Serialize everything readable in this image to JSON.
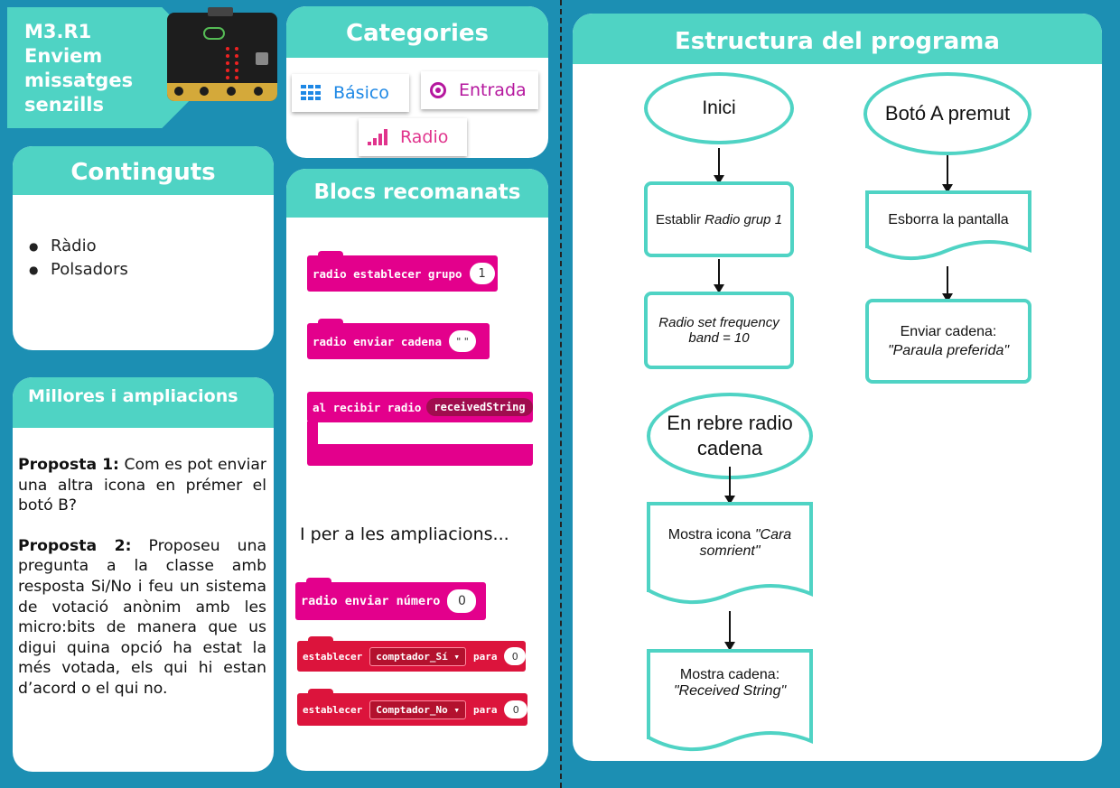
{
  "title": {
    "line1": "M3.R1",
    "line2": "Enviem",
    "line3": "missatges",
    "line4": "senzills"
  },
  "continguts": {
    "heading": "Continguts",
    "items": [
      "Ràdio",
      "Polsadors"
    ]
  },
  "millores": {
    "heading": "Millores i ampliacions",
    "proposal1_label": "Proposta 1:",
    "proposal1_text": "Com es pot enviar una altra icona en prémer el botó B?",
    "proposal2_label": "Proposta 2:",
    "proposal2_text": "Proposeu una pregunta a la classe amb resposta Si/No i feu un sistema de votació anònim amb les micro:bits de manera que us digui quina opció ha estat la més votada, els qui hi estan d’acord o el qui no."
  },
  "categories": {
    "heading": "Categories",
    "basico": "Básico",
    "entrada": "Entrada",
    "radio": "Radio",
    "colors": {
      "basico": "#1e88e5",
      "entrada": "#b5179e",
      "radio": "#e0338c"
    }
  },
  "blocs": {
    "heading": "Blocs recomanats",
    "group_label": "radio establecer grupo",
    "group_value": "1",
    "send_string_label": "radio enviar cadena",
    "send_string_value": "\" \"",
    "receive_label": "al recibir radio",
    "receive_var": "receivedString",
    "ampliacions_label": "I per a les ampliacions...",
    "send_number_label": "radio enviar número",
    "send_number_value": "0",
    "set_label": "establecer",
    "para_label": "para",
    "var_si": "comptador_Sí",
    "var_no": "Comptador_No",
    "set_value": "0",
    "colors": {
      "radio": "#e3008c",
      "variables": "#dc143c"
    }
  },
  "estructura": {
    "heading": "Estructura del programa",
    "start": "Inici",
    "set_group_prefix": "Establir ",
    "set_group_em": "Radio grup 1",
    "set_freq": "Radio set frequency band = 10",
    "on_receive": "En rebre radio cadena",
    "show_icon_prefix": "Mostra icona ",
    "show_icon_em": "\"Cara somrient\"",
    "show_string_prefix": "Mostra cadena: ",
    "show_string_em": "\"Received String\"",
    "button_a": "Botó A premut",
    "clear_screen": "Esborra la pantalla",
    "send_prefix": "Enviar cadena: ",
    "send_em": "\"Paraula preferida\""
  },
  "colors": {
    "background": "#1c8fb3",
    "accent": "#4fd3c4"
  }
}
